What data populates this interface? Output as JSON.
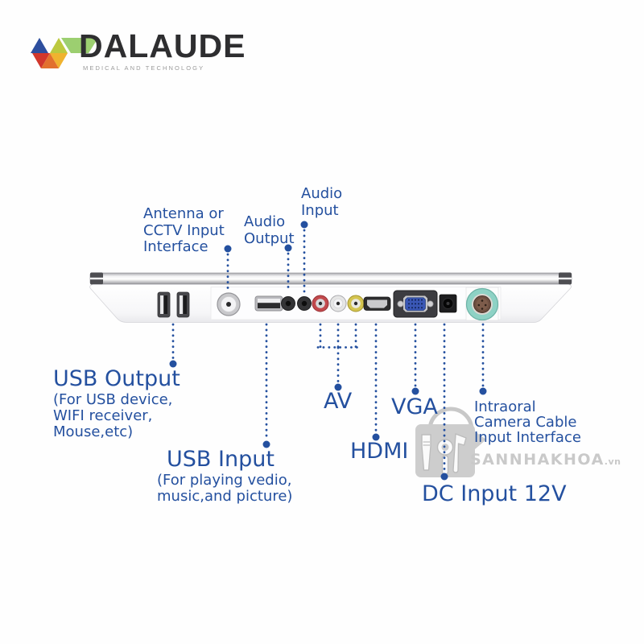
{
  "brand": {
    "name": "DALAUDE",
    "tagline": "MEDICAL AND TECHNOLOGY"
  },
  "labels": {
    "antenna": {
      "line1": "Antenna or",
      "line2": "CCTV Input",
      "line3": "Interface"
    },
    "audio_output": {
      "line1": "Audio",
      "line2": "Output"
    },
    "audio_input": {
      "line1": "Audio",
      "line2": "Input"
    },
    "usb_output": {
      "title": "USB Output",
      "sub1": "(For USB device,",
      "sub2": "WIFI receiver,",
      "sub3": "Mouse,etc)"
    },
    "usb_input": {
      "title": "USB Input",
      "sub1": "(For playing vedio,",
      "sub2": "music,and picture)"
    },
    "av": "AV",
    "vga": "VGA",
    "hdmi": "HDMI",
    "dc": "DC Input 12V",
    "intraoral": {
      "line1": "Intraoral",
      "line2": "Camera Cable",
      "line3": "Input Interface"
    }
  },
  "watermark": {
    "text": "SANNHAKHOA",
    "suffix": ".vn"
  },
  "colors": {
    "label_blue": "#24509f",
    "teal_connector": "#8ed2c5",
    "rca_red": "#c2494d",
    "rca_white": "#e6e6e6",
    "rca_yellow": "#d4c44f",
    "watermark_gray": "#c9c9c9"
  },
  "ports": [
    "usb-output-port-1",
    "usb-output-port-2",
    "antenna-cctv-port",
    "usb-input-port",
    "audio-output-jack",
    "audio-input-jack",
    "rca-red-jack",
    "rca-white-jack",
    "rca-yellow-jack",
    "hdmi-port",
    "vga-port",
    "dc-input-port",
    "intraoral-camera-port"
  ]
}
